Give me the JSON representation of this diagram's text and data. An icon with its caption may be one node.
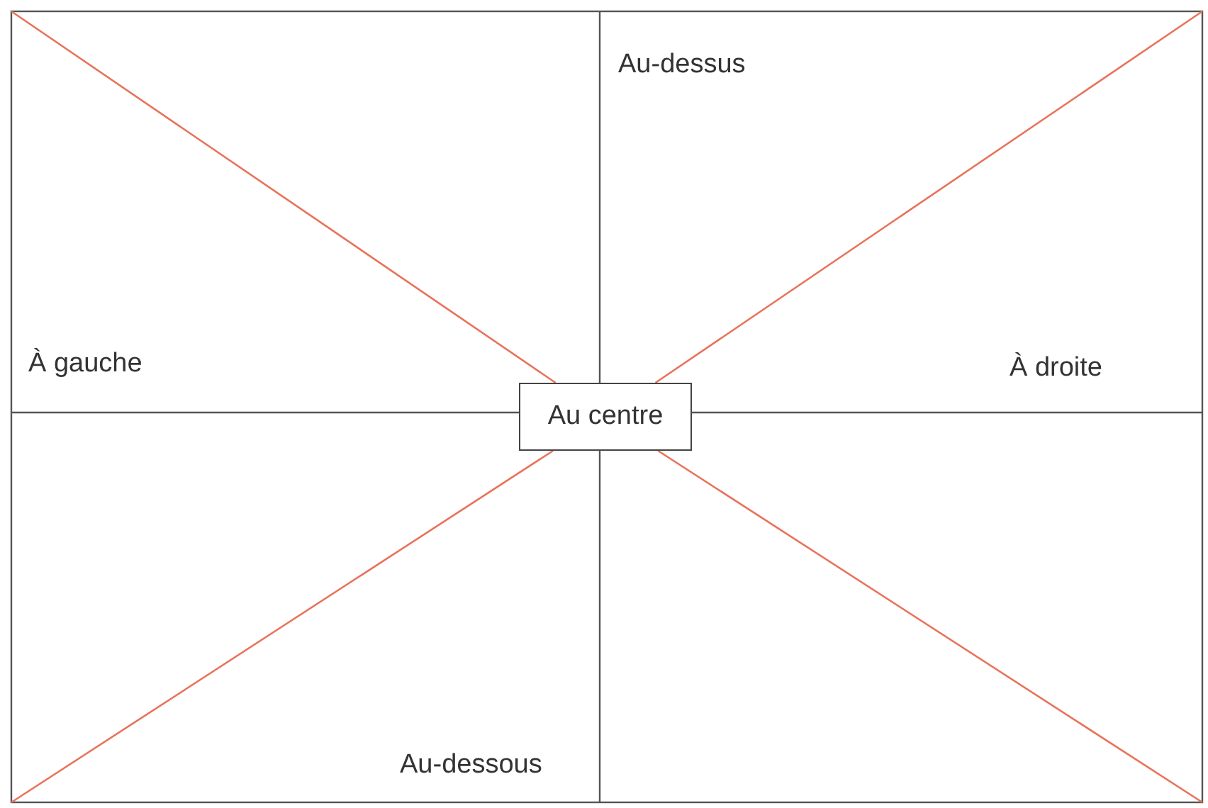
{
  "diagram": {
    "nodes": [
      {
        "text": [
          "Au centre"
        ]
      }
    ],
    "labels": [
      "Au-dessus",
      "À gauche",
      "À droite",
      "Au-dessous"
    ]
  }
}
